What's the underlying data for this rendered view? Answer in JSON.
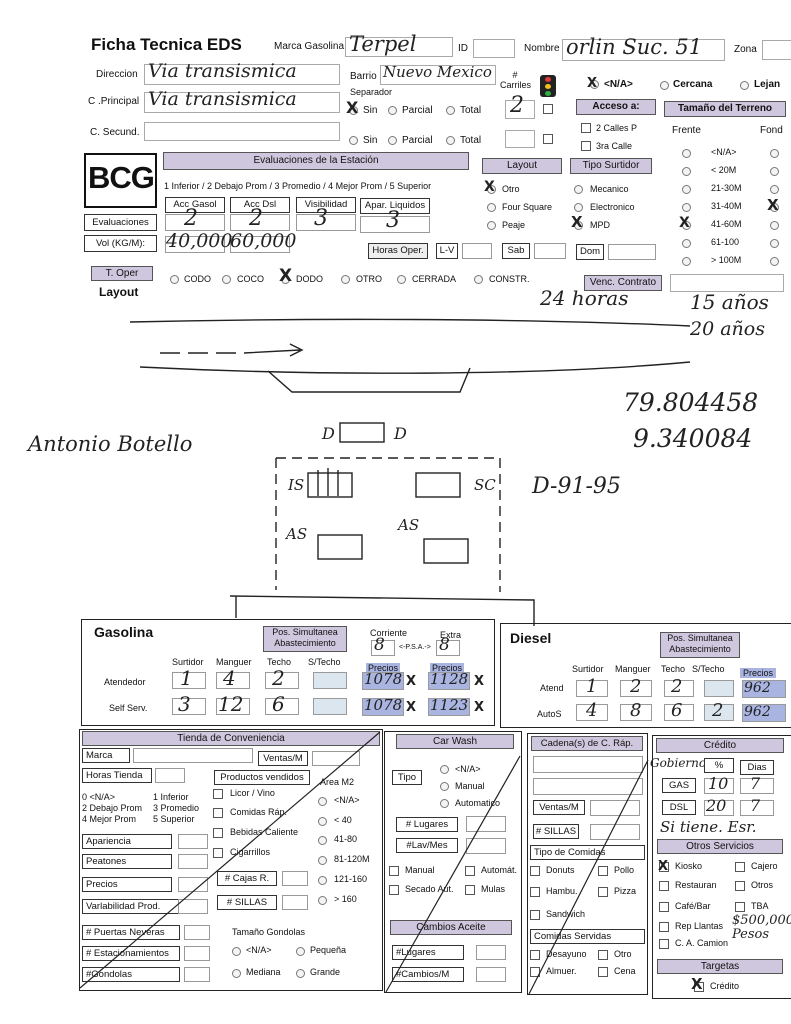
{
  "header": {
    "title": "Ficha Tecnica EDS",
    "marca_label": "Marca Gasolina",
    "marca_value": "Terpel",
    "id_label": "ID",
    "nombre_label": "Nombre",
    "nombre_value": "orlin Suc. 51",
    "zona_label": "Zona",
    "direccion_label": "Direccion",
    "direccion_value": "Via transismica",
    "barrio_label": "Barrio",
    "barrio_value": "Nuevo Mexico",
    "carriles_label": "# Carriles",
    "carriles_value": "2",
    "separador_label": "Separador",
    "na_label": "<N/A>",
    "cercana_label": "Cercana",
    "lejana_label": "Lejan",
    "cprincipal_label": "C .Principal",
    "cprincipal_value": "Via transismica",
    "sin_label": "Sin",
    "parcial_label": "Parcial",
    "total_label": "Total",
    "csecund_label": "C. Secund.",
    "acceso_label": "Acceso a:",
    "calles2_label": "2 Calles P",
    "calle3_label": "3ra Calle",
    "tamano_label": "Tamaño del Terreno",
    "frente_label": "Frente",
    "fondo_label": "Fond",
    "tamano_options": [
      "<N/A>",
      "< 20M",
      "21-30M",
      "31-40M",
      "41-60M",
      "61-100",
      "> 100M"
    ]
  },
  "evaluaciones": {
    "logo": "BCG",
    "title": "Evaluaciones de la Estación",
    "scale": "1 Inferior / 2 Debajo Prom / 3 Promedio / 4 Mejor Prom / 5 Superior",
    "cols": [
      "Acc Gasol",
      "Acc Dsl",
      "Visibilidad",
      "Apar. Liquidos"
    ],
    "row_label": "Evaluaciones",
    "values": [
      "2",
      "2",
      "3",
      "3"
    ],
    "vol_label": "Vol (KG/M):",
    "vol_values": [
      "40,000",
      "60,000"
    ],
    "horas_label": "Horas Oper.",
    "lv_label": "L-V",
    "sab_label": "Sab",
    "dom_label": "Dom",
    "horas_value": "24 horas",
    "layout_title": "Layout",
    "layout_opts": [
      "Otro",
      "Four Square",
      "Peaje"
    ],
    "surtidor_title": "Tipo Surtidor",
    "surtidor_opts": [
      "Mecanico",
      "Electronico",
      "MPD"
    ]
  },
  "toper": {
    "label": "T. Oper",
    "layout_word": "Layout",
    "options": [
      "CODO",
      "COCO",
      "DODO",
      "OTRO",
      "CERRADA",
      "CONSTR."
    ],
    "venc_label": "Venc. Contrato",
    "venc_value": "15 años",
    "venc_value2": "20 años"
  },
  "sketch": {
    "coord1": "79.804458",
    "coord2": "9.340084",
    "name": "Antonio Botello",
    "d_label_left": "D",
    "d_label_right": "D",
    "is_label": "IS",
    "sc_label": "SC",
    "as_label_left": "AS",
    "as_label_right": "AS",
    "code": "D-91-95"
  },
  "gasolina": {
    "title": "Gasolina",
    "pos_label": "Pos. Simultanea Abastecimiento",
    "corriente_label": "Corriente",
    "corriente_value": "8",
    "psa_label": "<-P.S.A.->",
    "extra_label": "Extra",
    "extra_value": "8",
    "cols": [
      "Surtidor",
      "Manguer",
      "Techo",
      "S/Techo",
      "Precios",
      "Precios"
    ],
    "atendedor_label": "Atendedor",
    "self_label": "Self Serv.",
    "atendedor_values": [
      "1",
      "4",
      "2",
      "",
      "1078",
      "1128"
    ],
    "self_values": [
      "3",
      "12",
      "6",
      "",
      "1078",
      "1123"
    ]
  },
  "diesel": {
    "title": "Diesel",
    "pos_label": "Pos. Simultanea Abastecimiento",
    "cols": [
      "Surtidor",
      "Manguer",
      "Techo",
      "S/Techo",
      "Precios"
    ],
    "atend_label": "Atend",
    "autos_label": "AutoS",
    "atend_values": [
      "1",
      "2",
      "2",
      "",
      "962"
    ],
    "autos_values": [
      "4",
      "8",
      "6",
      "2",
      "962"
    ]
  },
  "tienda": {
    "title": "Tienda de Conveniencia",
    "marca": "Marca",
    "ventas": "Ventas/M",
    "horas": "Horas Tienda",
    "productos": "Productos vendidos",
    "area": "Area M2",
    "scale": [
      "0 <N/A>",
      "1 Inferior",
      "2 Debajo Prom",
      "3 Promedio",
      "4 Mejor Prom",
      "5 Superior"
    ],
    "productos_opts": [
      "Licor / Vino",
      "Comidas Ráp.",
      "Bebidas Caliente",
      "Cigarrillos"
    ],
    "area_opts": [
      "<N/A>",
      "< 40",
      "41-80",
      "81-120M",
      "121-160",
      "> 160"
    ],
    "rows": [
      "Apariencia",
      "Peatones",
      "Precios",
      "Varlabilidad Prod."
    ],
    "cajas": "# Cajas R.",
    "sillas": "# SILLAS",
    "puertas": "# Puertas Neveras",
    "estacionamientos": "# Estacionamientos",
    "gondolas": "#Gondolas",
    "tamano_gondolas": "Tamaño Gondolas",
    "gondola_opts": [
      "<N/A>",
      "Pequeña",
      "Mediana",
      "Grande"
    ]
  },
  "carwash": {
    "title": "Car Wash",
    "tipo": "Tipo",
    "tipo_opts": [
      "<N/A>",
      "Manual",
      "Automatico"
    ],
    "lugares": "# Lugares",
    "lavmes": "#Lav/Mes",
    "checks": [
      "Manual",
      "Automát.",
      "Secado Aut.",
      "Mulas"
    ],
    "cambios_title": "Cambios Aceite",
    "cambios_lugares": "#Lugares",
    "cambios_mes": "#Cambios/M"
  },
  "cadena": {
    "title": "Cadena(s) de C. Ráp.",
    "ventas": "Ventas/M",
    "sillas": "# SILLAS",
    "comidas_title": "Tipo de Comidas",
    "comidas": [
      "Donuts",
      "Pollo",
      "Hambu.",
      "Pizza",
      "Sandwich"
    ],
    "servidas_title": "Comidas Servidas",
    "servidas": [
      "Desayuno",
      "Otro",
      "Almuer.",
      "Cena"
    ]
  },
  "credito": {
    "title": "Crédito",
    "pct_label": "%",
    "dias_label": "Dias",
    "note_top": "Gobierno",
    "gas_label": "GAS",
    "gas_pct": "10",
    "gas_dias": "7",
    "dsl_label": "DSL",
    "dsl_pct": "20",
    "dsl_dias": "7",
    "note_mid": "Si tiene. Esr.",
    "otros_title": "Otros Servicios",
    "servicios": [
      "Kiosko",
      "Cajero",
      "Restauran",
      "Otros",
      "Café/Bar",
      "TBA",
      "Rep Llantas",
      "C. A. Camion"
    ],
    "note_bottom": "$500,000 Pesos",
    "targetas_title": "Targetas",
    "credito_check": "Crédito"
  }
}
